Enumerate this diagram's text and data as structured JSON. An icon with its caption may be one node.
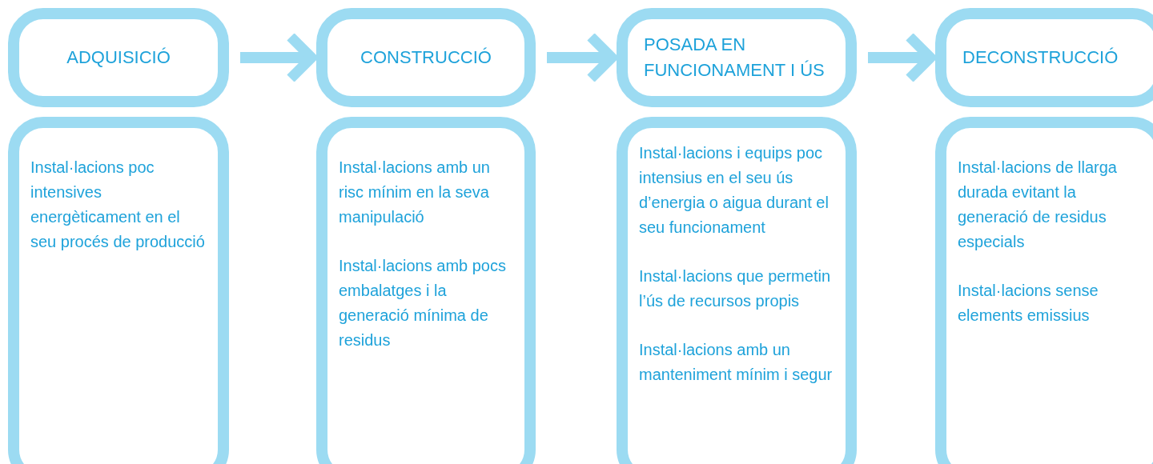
{
  "diagram": {
    "nodes": [
      {
        "text": [
          "ADQUISICIÓ"
        ]
      },
      {
        "text": [
          "CONSTRUCCIÓ"
        ]
      },
      {
        "text": [
          "POSADA EN FUNCIONAMENT I ÚS"
        ]
      },
      {
        "text": [
          "DECONSTRUCCIÓ"
        ]
      },
      {
        "text": [
          "Instal·lacions poc intensives energèticament en el seu procés de producció"
        ]
      },
      {
        "text": [
          "Instal·lacions amb un risc mínim en la seva manipulació",
          "Instal·lacions amb pocs embalatges i la generació mínima de residus"
        ]
      },
      {
        "text": [
          "Instal·lacions i equips poc intensius en el seu ús d’energia o aigua durant el seu funcionament",
          "Instal·lacions que permetin l’ús de recursos propis",
          "Instal·lacions amb un manteniment mínim i segur"
        ]
      },
      {
        "text": [
          "Instal·lacions de llarga durada evitant la generació de residus especials",
          "Instal·lacions sense elements emissius"
        ]
      }
    ],
    "edges": [
      {
        "from": 0,
        "to": 1,
        "arrow": "to"
      },
      {
        "from": 1,
        "to": 2,
        "arrow": "to"
      },
      {
        "from": 2,
        "to": 3,
        "arrow": "to"
      }
    ]
  }
}
